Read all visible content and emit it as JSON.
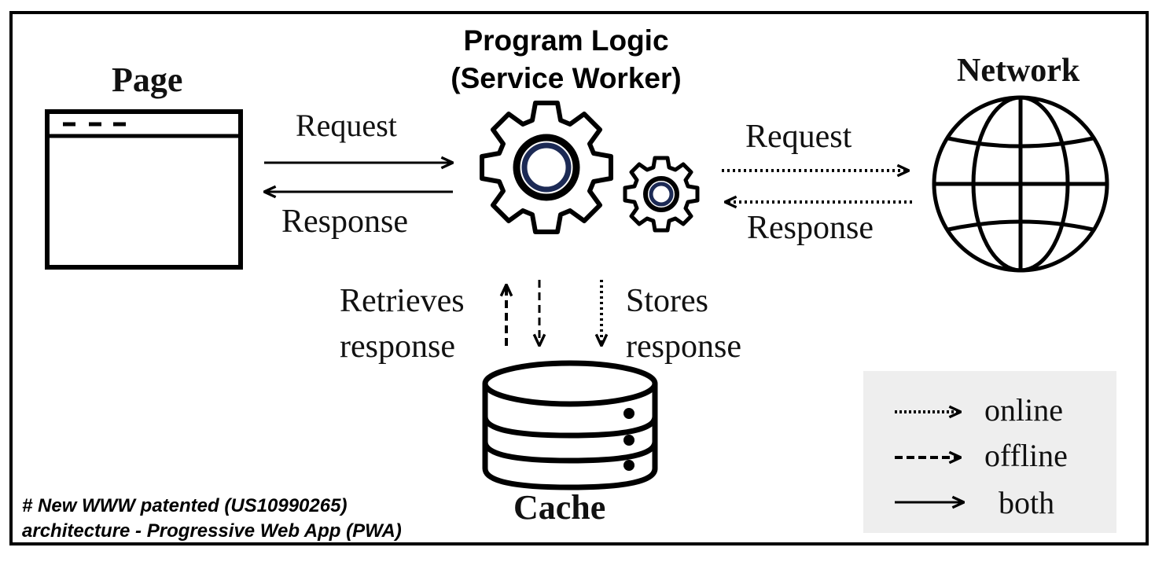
{
  "nodes": {
    "page": "Page",
    "logic_line1": "Program Logic",
    "logic_line2": "(Service Worker)",
    "network": "Network",
    "cache": "Cache"
  },
  "edges": {
    "page_request": "Request",
    "page_response": "Response",
    "network_request": "Request",
    "network_response": "Response",
    "retrieves_line1": "Retrieves",
    "retrieves_line2": "response",
    "stores_line1": "Stores",
    "stores_line2": "response"
  },
  "legend": {
    "online": "online",
    "offline": "offline",
    "both": "both"
  },
  "footnote": {
    "line1": "# New WWW patented (US10990265)",
    "line2": "architecture - Progressive Web App (PWA)"
  },
  "colors": {
    "gear_accent": "#1c2a55",
    "legend_bg": "#eeeeee"
  },
  "icons": [
    "browser-window-icon",
    "gear-icon",
    "globe-icon",
    "database-icon"
  ]
}
